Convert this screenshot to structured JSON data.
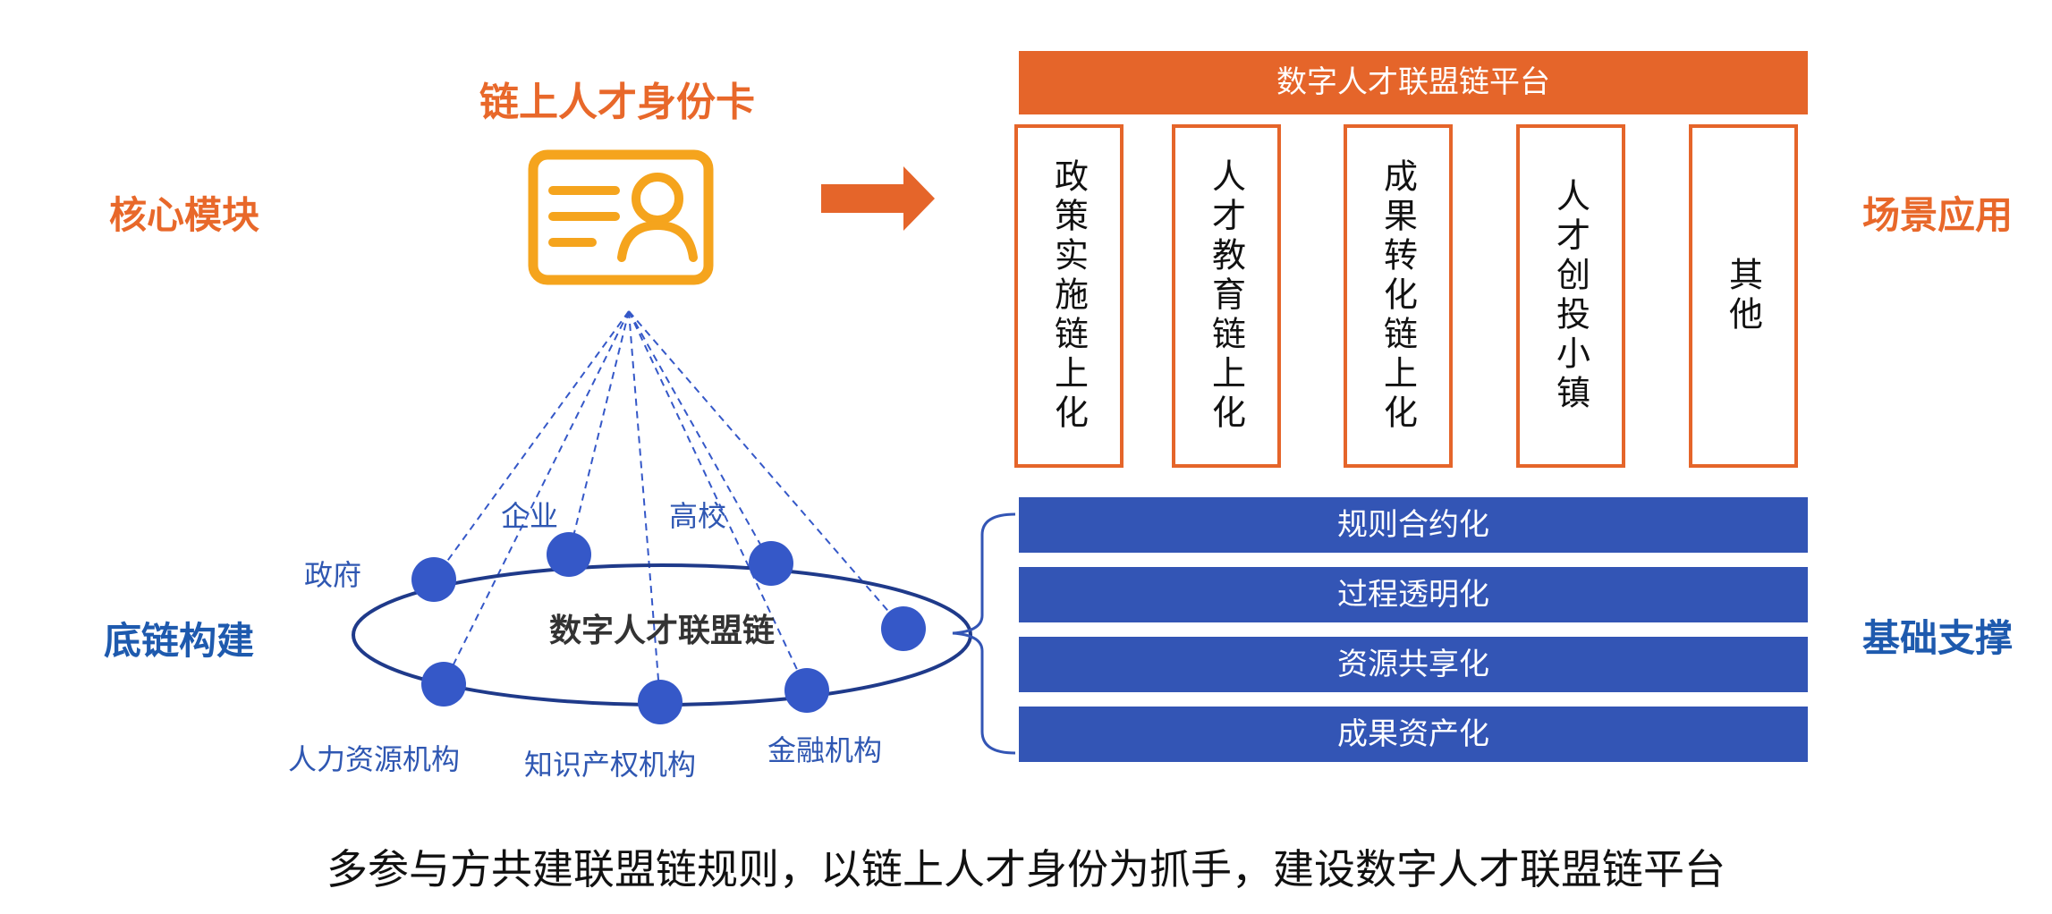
{
  "left_labels": {
    "core": "核心模块",
    "base": "底链构建"
  },
  "right_labels": {
    "scene": "场景应用",
    "support": "基础支撑"
  },
  "card": {
    "title": "链上人才身份卡",
    "icon": "id-card-icon"
  },
  "network": {
    "center": "数字人才联盟链",
    "nodes": [
      "政府",
      "企业",
      "高校",
      "人力资源机构",
      "知识产权机构",
      "金融机构"
    ]
  },
  "platform": {
    "header": "数字人才联盟链平台",
    "scenes": [
      "政策实施链上化",
      "人才教育链上化",
      "成果转化链上化",
      "人才创投小镇",
      "其他"
    ]
  },
  "support": {
    "items": [
      "规则合约化",
      "过程透明化",
      "资源共享化",
      "成果资产化"
    ]
  },
  "caption": "多参与方共建联盟链规则，以链上人才身份为抓手，建设数字人才联盟链平台",
  "colors": {
    "orange": "#E5652A",
    "card_orange": "#F5A41D",
    "blue": "#3355B5",
    "node_blue": "#3558C8",
    "label_blue": "#1E5AAE"
  }
}
